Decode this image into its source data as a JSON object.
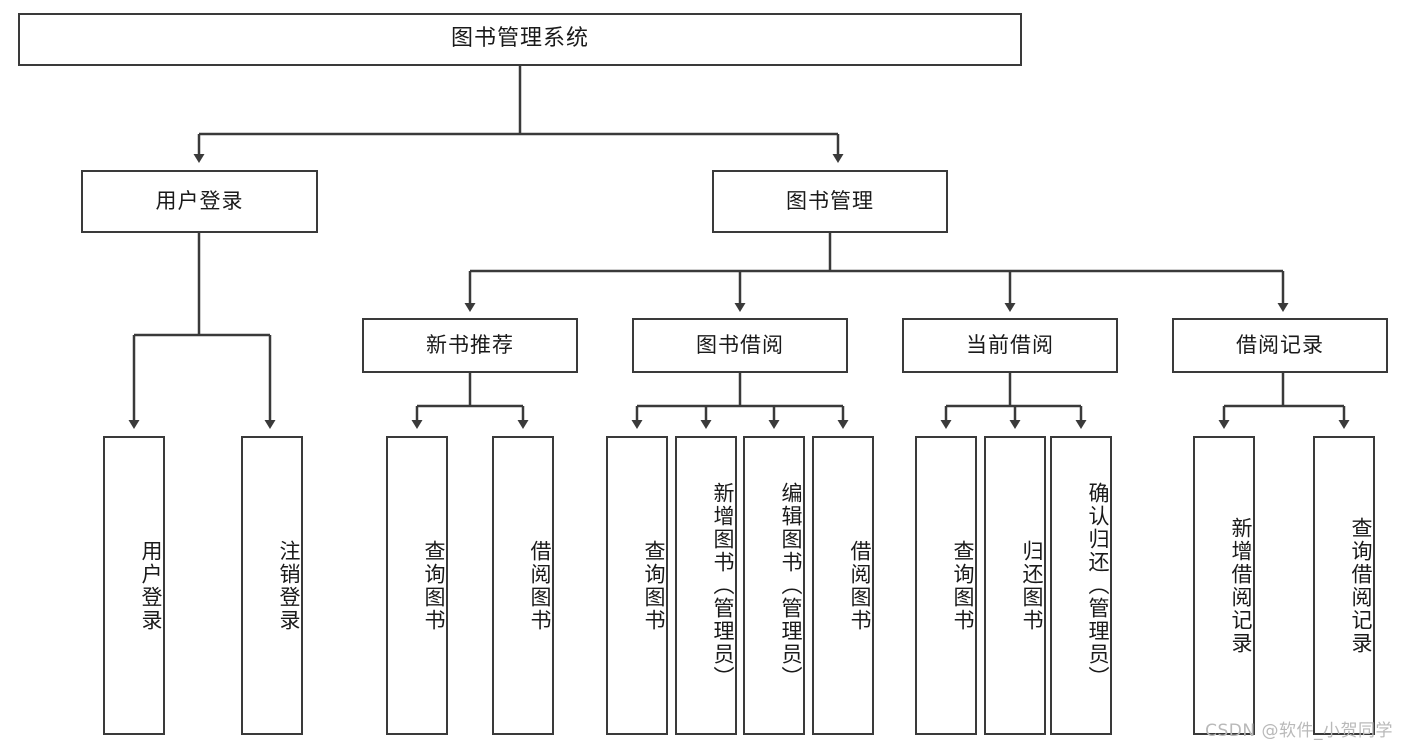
{
  "diagram": {
    "title": "图书管理系统",
    "type": "tree",
    "root": {
      "id": "root",
      "label": "图书管理系统"
    },
    "level2": [
      {
        "id": "user-login",
        "label": "用户登录"
      },
      {
        "id": "book-manage",
        "label": "图书管理"
      }
    ],
    "level3": [
      {
        "id": "new-book-recommend",
        "label": "新书推荐"
      },
      {
        "id": "book-borrow",
        "label": "图书借阅"
      },
      {
        "id": "current-borrow",
        "label": "当前借阅"
      },
      {
        "id": "borrow-record",
        "label": "借阅记录"
      }
    ],
    "leaves": {
      "user_login": [
        {
          "id": "leaf-user-login",
          "label": "用户登录"
        },
        {
          "id": "leaf-logout-login",
          "label": "注销登录"
        }
      ],
      "new_book_recommend": [
        {
          "id": "leaf-query-book-1",
          "label": "查询图书"
        },
        {
          "id": "leaf-borrow-book-1",
          "label": "借阅图书"
        }
      ],
      "book_borrow": [
        {
          "id": "leaf-query-book-2",
          "label": "查询图书"
        },
        {
          "id": "leaf-add-book",
          "label": "新增图书（管理员）"
        },
        {
          "id": "leaf-edit-book",
          "label": "编辑图书（管理员）"
        },
        {
          "id": "leaf-borrow-book-2",
          "label": "借阅图书"
        }
      ],
      "current_borrow": [
        {
          "id": "leaf-query-book-3",
          "label": "查询图书"
        },
        {
          "id": "leaf-return-book",
          "label": "归还图书"
        },
        {
          "id": "leaf-confirm-return",
          "label": "确认归还（管理员）"
        }
      ],
      "borrow_record": [
        {
          "id": "leaf-add-record",
          "label": "新增借阅记录"
        },
        {
          "id": "leaf-query-record",
          "label": "查询借阅记录"
        }
      ]
    },
    "colors": {
      "box_border": "#3a3a3a",
      "line": "#3a3a3a",
      "text": "#1a1a1a",
      "background": "#ffffff",
      "watermark": "#b9b9b9"
    }
  },
  "watermark": {
    "text": "CSDN @软件_小贺同学"
  }
}
